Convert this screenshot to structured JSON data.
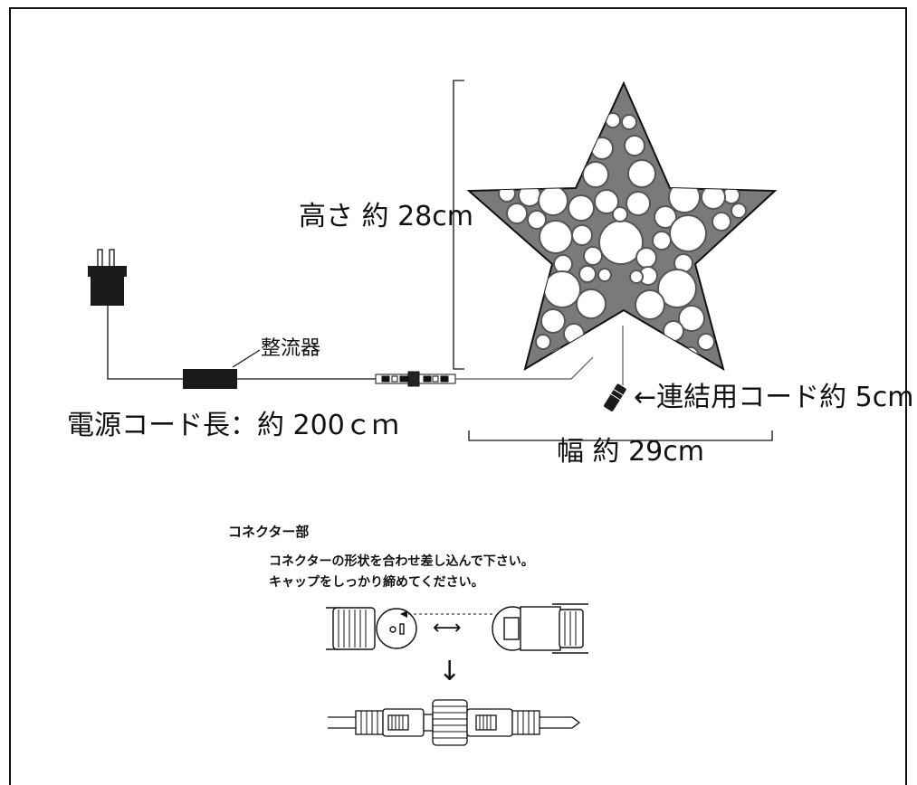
{
  "labels": {
    "height": "高さ 約 28cm",
    "width": "幅 約 29cm",
    "link_cord": "←連結用コード約 5cm",
    "rectifier": "整流器",
    "power_cord": "電源コード長：約 200ｃｍ"
  },
  "connector": {
    "title": "コネクター部",
    "instructions": [
      "コネクターの形状を合わせ差し込んで下さい。",
      "キャップをしっかり締めてください。"
    ],
    "arrow_between": "⟷",
    "arrow_down": "↓"
  },
  "colors": {
    "line": "#111111",
    "star_fill": "#777777",
    "star_holes": "#ffffff",
    "device": "#1a1a1a"
  },
  "icons": {
    "plug": "power-plug-icon",
    "rectifier": "rectifier-box-icon",
    "connector": "cord-connector-icon",
    "star": "star-lamp-icon"
  }
}
